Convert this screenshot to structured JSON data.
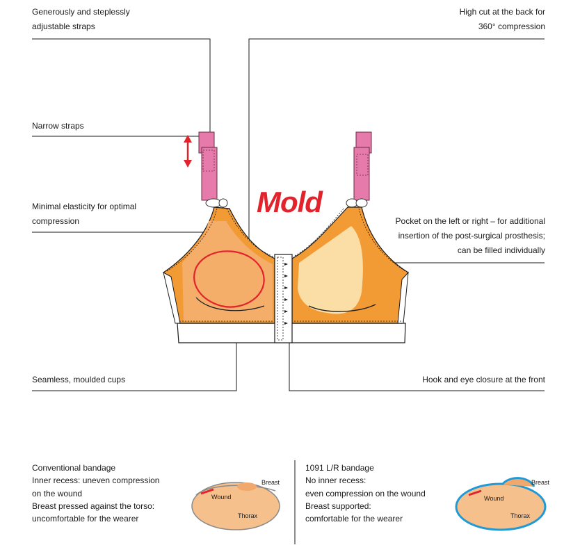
{
  "callouts": {
    "straps_adjustable": [
      "Generously and steplessly",
      "adjustable straps"
    ],
    "high_cut": [
      "High cut at the back for",
      "360° compression"
    ],
    "narrow_straps": [
      "Narrow straps"
    ],
    "minimal_elasticity": [
      "Minimal elasticity for optimal",
      "compression"
    ],
    "pocket": [
      "Pocket on the left or right – for additional",
      "insertion of the post-surgical prosthesis;",
      "can be filled individually"
    ],
    "seamless_cups": [
      "Seamless, moulded cups"
    ],
    "hook_eye": [
      "Hook and eye closure at the front"
    ]
  },
  "brand_word": "Mold",
  "comparison": {
    "conventional": {
      "title": "Conventional bandage",
      "lines": [
        "Inner recess: uneven compression",
        "on the wound",
        "Breast pressed against the torso:",
        "uncomfortable for the wearer"
      ],
      "labels": {
        "breast": "Breast",
        "wound": "Wound",
        "thorax": "Thorax"
      }
    },
    "product": {
      "title": "1091 L/R bandage",
      "lines": [
        "No inner recess:",
        "even compression on the wound",
        "Breast supported:",
        "comfortable for the wearer"
      ],
      "labels": {
        "breast": "Breast",
        "wound": "Wound",
        "thorax": "Thorax"
      }
    }
  },
  "colors": {
    "fabric_orange": "#f29a33",
    "cup_left": "#f5ad6a",
    "pocket_cream": "#fbdda6",
    "strap_pink": "#e57aab",
    "brand_red": "#e3232c",
    "outline_blue": "#1f9ad6",
    "thorax_fill": "#f5c08c"
  }
}
